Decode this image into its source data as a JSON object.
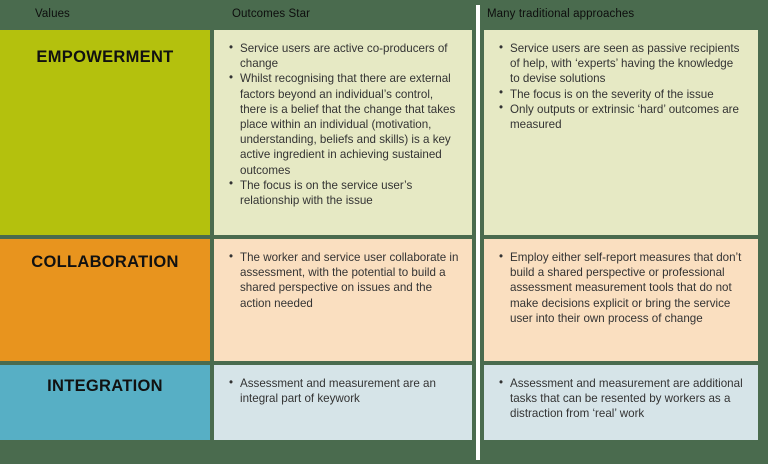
{
  "page": {
    "background_color": "#4a6b4e",
    "divider_color": "#ffffff"
  },
  "header": {
    "columns": [
      {
        "label": "Values"
      },
      {
        "label": "Outcomes Star"
      },
      {
        "label": "Many traditional approaches"
      }
    ]
  },
  "rows": [
    {
      "value": "EMPOWERMENT",
      "label_color": "#b4c10d",
      "cell_color": "#e6e9c4",
      "outcomes_star": [
        "Service users are active co-producers of change",
        "Whilst recognising that there are external factors beyond an individual’s control, there is a belief that the change that takes place within an individual (motivation, understanding, beliefs and skills) is a key active ingredient in achieving sustained outcomes",
        "The focus is on the service user’s relationship with the issue"
      ],
      "traditional_approaches": [
        "Service users are seen as passive recipients of help, with ‘experts’ having the knowledge to devise solutions",
        "The focus is on the severity of the issue",
        "Only outputs or extrinsic ‘hard’ outcomes are measured"
      ]
    },
    {
      "value": "COLLABORATION",
      "label_color": "#e8941e",
      "cell_color": "#fadfc0",
      "outcomes_star": [
        "The worker and service user collaborate in assessment, with the potential to build a shared perspective on issues and the action needed"
      ],
      "traditional_approaches": [
        "Employ either self-report measures that don’t build a shared perspective or professional assessment measurement tools that do not make decisions explicit or bring the service user into their own process of change"
      ]
    },
    {
      "value": "INTEGRATION",
      "label_color": "#57afc5",
      "cell_color": "#d6e4e8",
      "outcomes_star": [
        "Assessment and measurement are an integral part of keywork"
      ],
      "traditional_approaches": [
        "Assessment and measurement are additional tasks that can be resented by workers as a distraction from ‘real’ work"
      ]
    }
  ]
}
